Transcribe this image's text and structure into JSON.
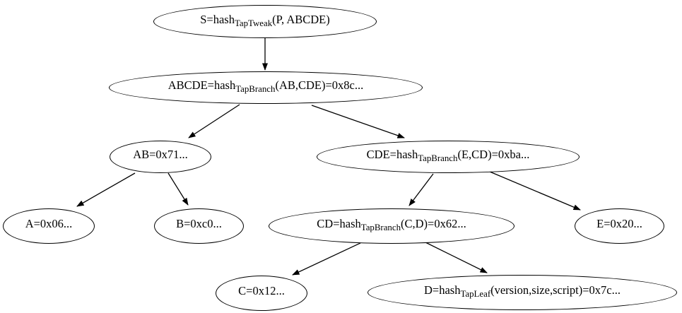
{
  "diagram": {
    "type": "graphviz-tree",
    "description": "Taproot merkle tree of script hashes",
    "colors": {
      "background": "#ffffff",
      "node_fill": "#ffffff",
      "node_stroke": "#000000",
      "text": "#000000",
      "edge": "#000000"
    },
    "nodes": [
      {
        "id": "S",
        "pre": "S=hash",
        "sub": "TapTweak",
        "post": "(P, ABCDE)"
      },
      {
        "id": "ABCDE",
        "pre": "ABCDE=hash",
        "sub": "TapBranch",
        "post": "(AB,CDE)=0x8c..."
      },
      {
        "id": "AB",
        "pre": "AB=0x71...",
        "sub": "",
        "post": ""
      },
      {
        "id": "CDE",
        "pre": "CDE=hash",
        "sub": "TapBranch",
        "post": "(E,CD)=0xba..."
      },
      {
        "id": "A",
        "pre": "A=0x06...",
        "sub": "",
        "post": ""
      },
      {
        "id": "B",
        "pre": "B=0xc0...",
        "sub": "",
        "post": ""
      },
      {
        "id": "CD",
        "pre": "CD=hash",
        "sub": "TapBranch",
        "post": "(C,D)=0x62..."
      },
      {
        "id": "E",
        "pre": "E=0x20...",
        "sub": "",
        "post": ""
      },
      {
        "id": "C",
        "pre": "C=0x12...",
        "sub": "",
        "post": ""
      },
      {
        "id": "D",
        "pre": "D=hash",
        "sub": "TapLeaf",
        "post": "(version,size,script)=0x7c..."
      }
    ],
    "edges": [
      {
        "from": "S",
        "to": "ABCDE"
      },
      {
        "from": "ABCDE",
        "to": "AB"
      },
      {
        "from": "ABCDE",
        "to": "CDE"
      },
      {
        "from": "AB",
        "to": "A"
      },
      {
        "from": "AB",
        "to": "B"
      },
      {
        "from": "CDE",
        "to": "CD"
      },
      {
        "from": "CDE",
        "to": "E"
      },
      {
        "from": "CD",
        "to": "C"
      },
      {
        "from": "CD",
        "to": "D"
      }
    ]
  }
}
